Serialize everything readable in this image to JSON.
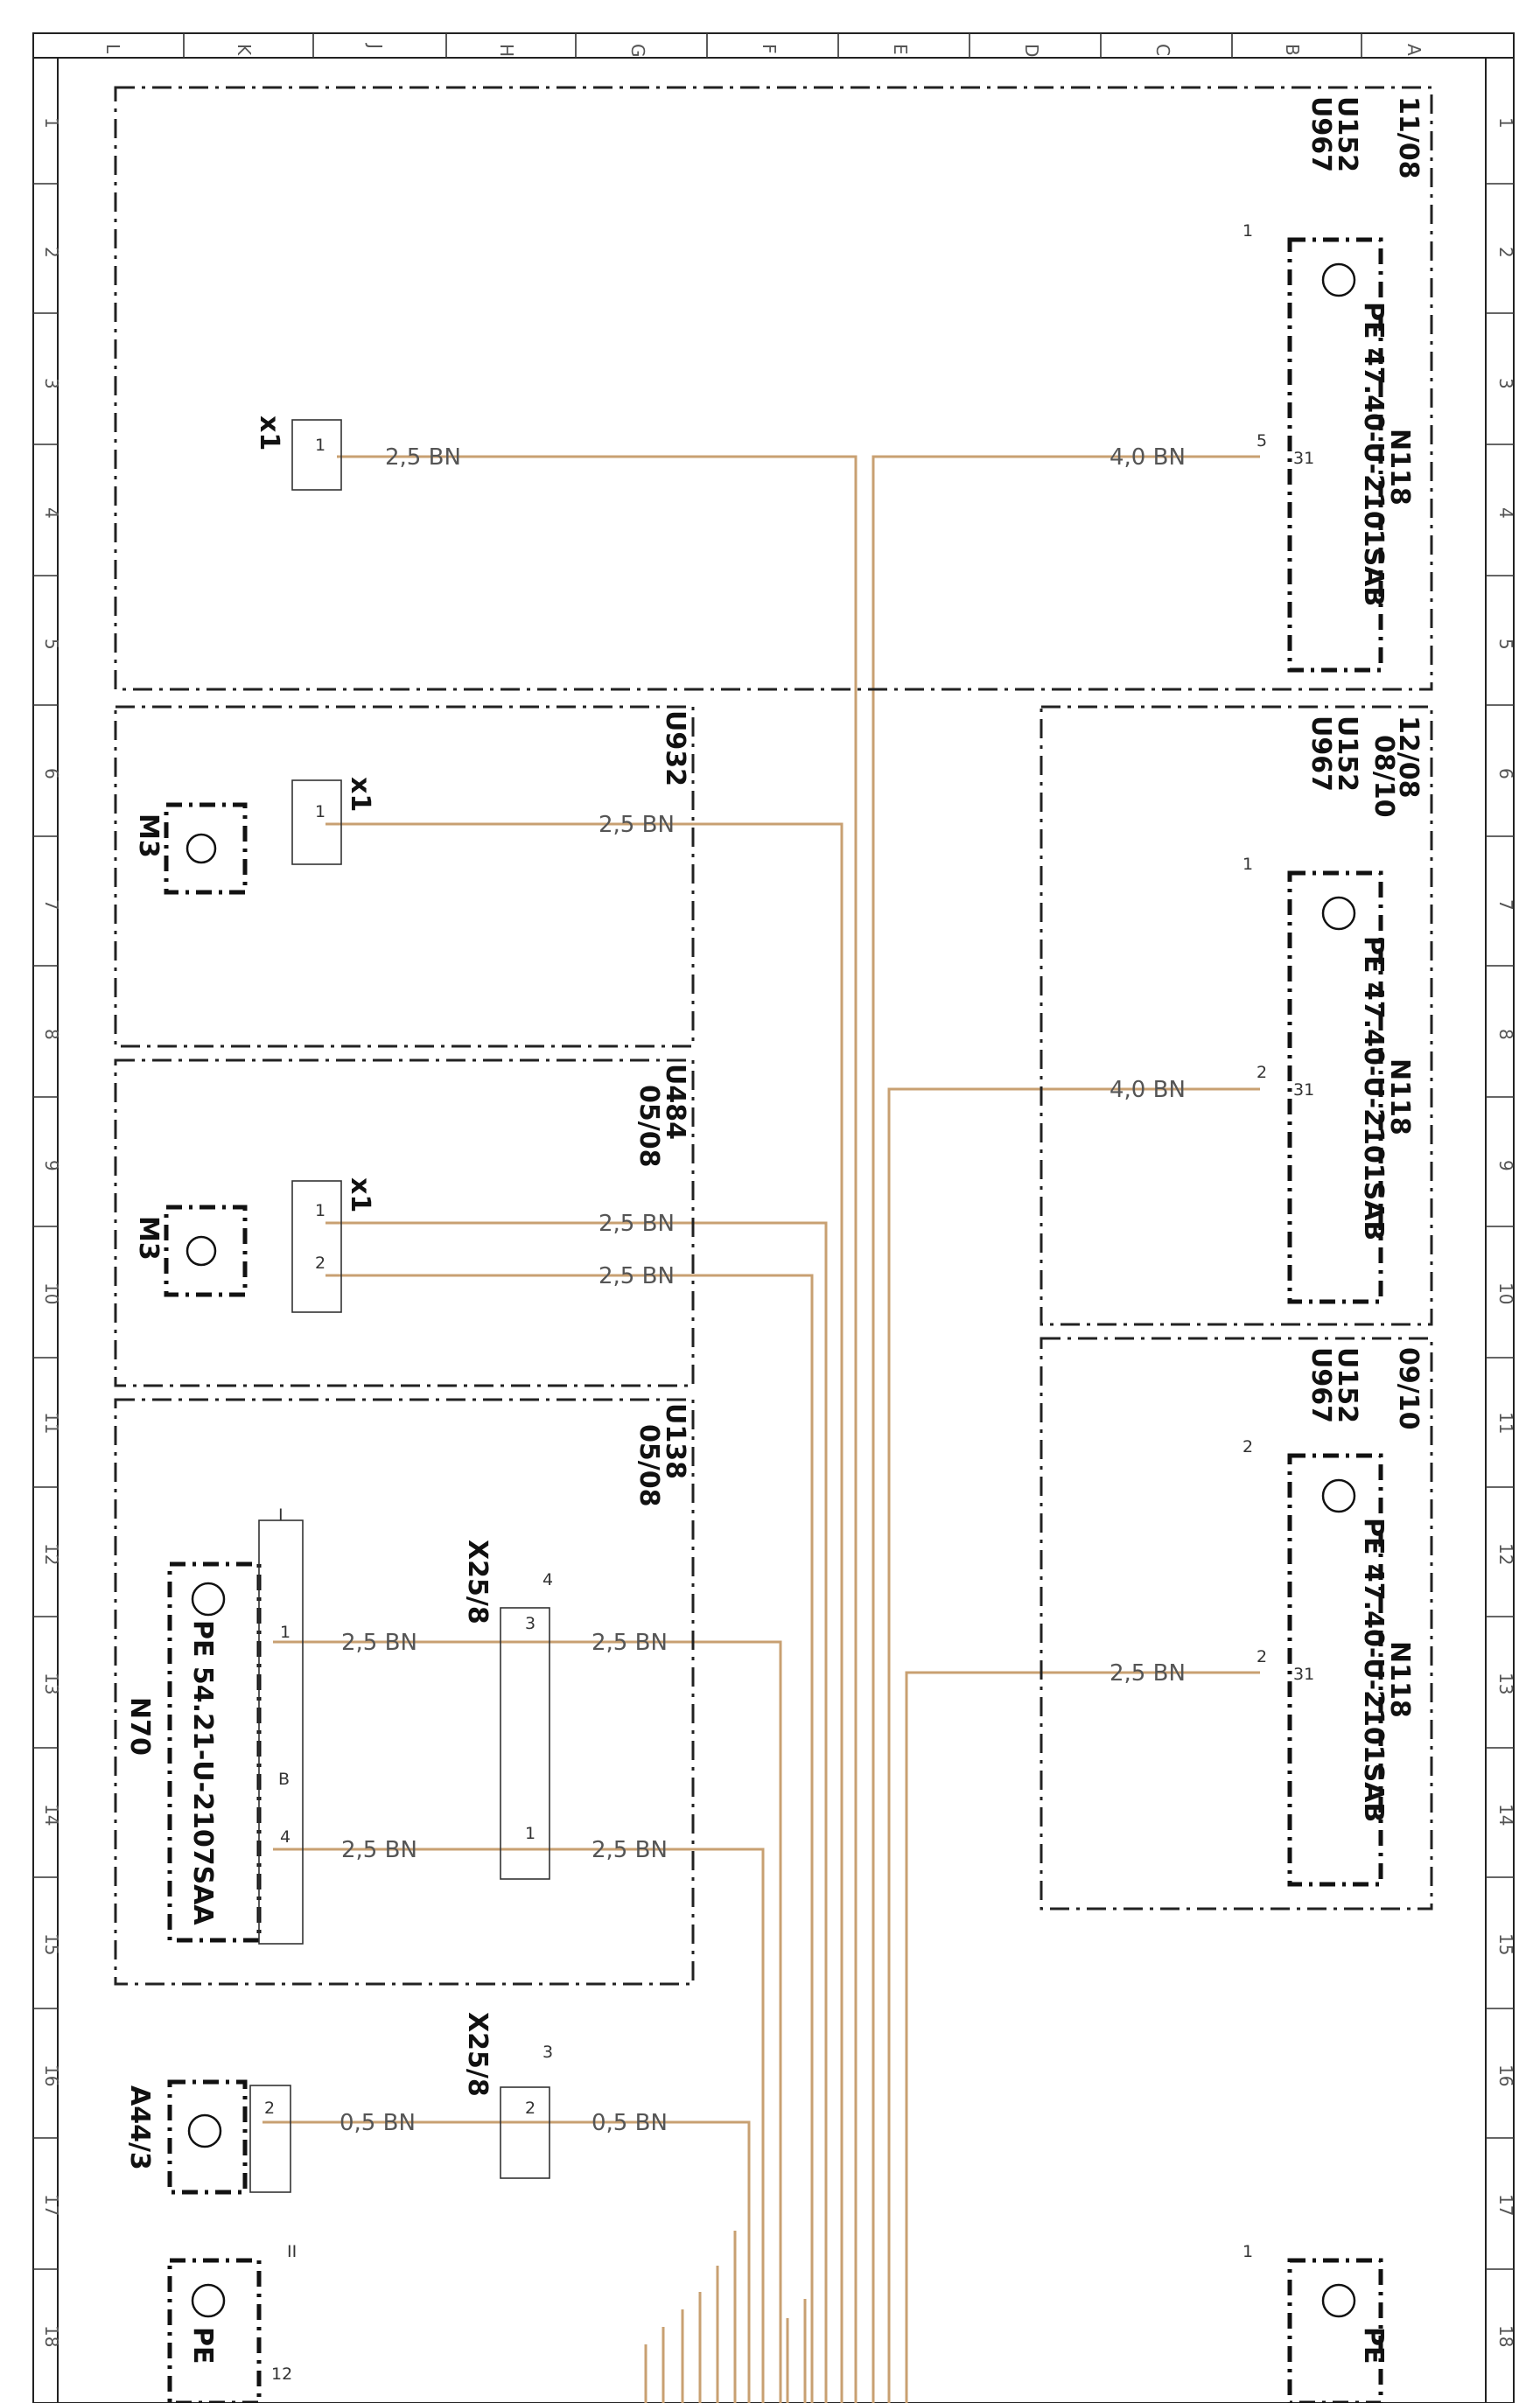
{
  "grid": {
    "cols": [
      "A",
      "B",
      "C",
      "D",
      "E",
      "F",
      "G",
      "H",
      "J",
      "K",
      "L"
    ],
    "rows": [
      "1",
      "2",
      "3",
      "4",
      "5",
      "6",
      "7",
      "8",
      "9",
      "10",
      "11",
      "12",
      "13",
      "14",
      "15",
      "16",
      "17",
      "18"
    ]
  },
  "variants": {
    "u152_top": "U152",
    "u967_top": "U967",
    "date_top": "11/08",
    "u932": "U932",
    "u152_mid": "U152",
    "u967_mid": "U967",
    "date_mid_a": "12/08",
    "date_mid_b": "08/10",
    "u484": "U484",
    "date_u484": "05/08",
    "u152_low": "U152",
    "u967_low": "U967",
    "date_low": "09/10",
    "u138": "U138",
    "date_u138": "05/08"
  },
  "components": {
    "n118": "N118",
    "n118_part": "PE 47.40-U-2101SAB",
    "n70": "N70",
    "n70_part": "PE 54.21-U-2107SAA",
    "m3": "M3",
    "x1": "x1",
    "x25_8": "X25/8",
    "a44_3": "A44/3",
    "pe_stub": "PE"
  },
  "wires": {
    "w_2_5": "2,5 BN",
    "w_4_0": "4,0 BN",
    "w_0_5": "0,5 BN"
  },
  "pins": {
    "p1": "1",
    "p2": "2",
    "p3": "3",
    "p4": "4",
    "p5": "5",
    "p31": "31",
    "pI": "I",
    "pB": "B",
    "pII": "II",
    "pI2": "12"
  }
}
